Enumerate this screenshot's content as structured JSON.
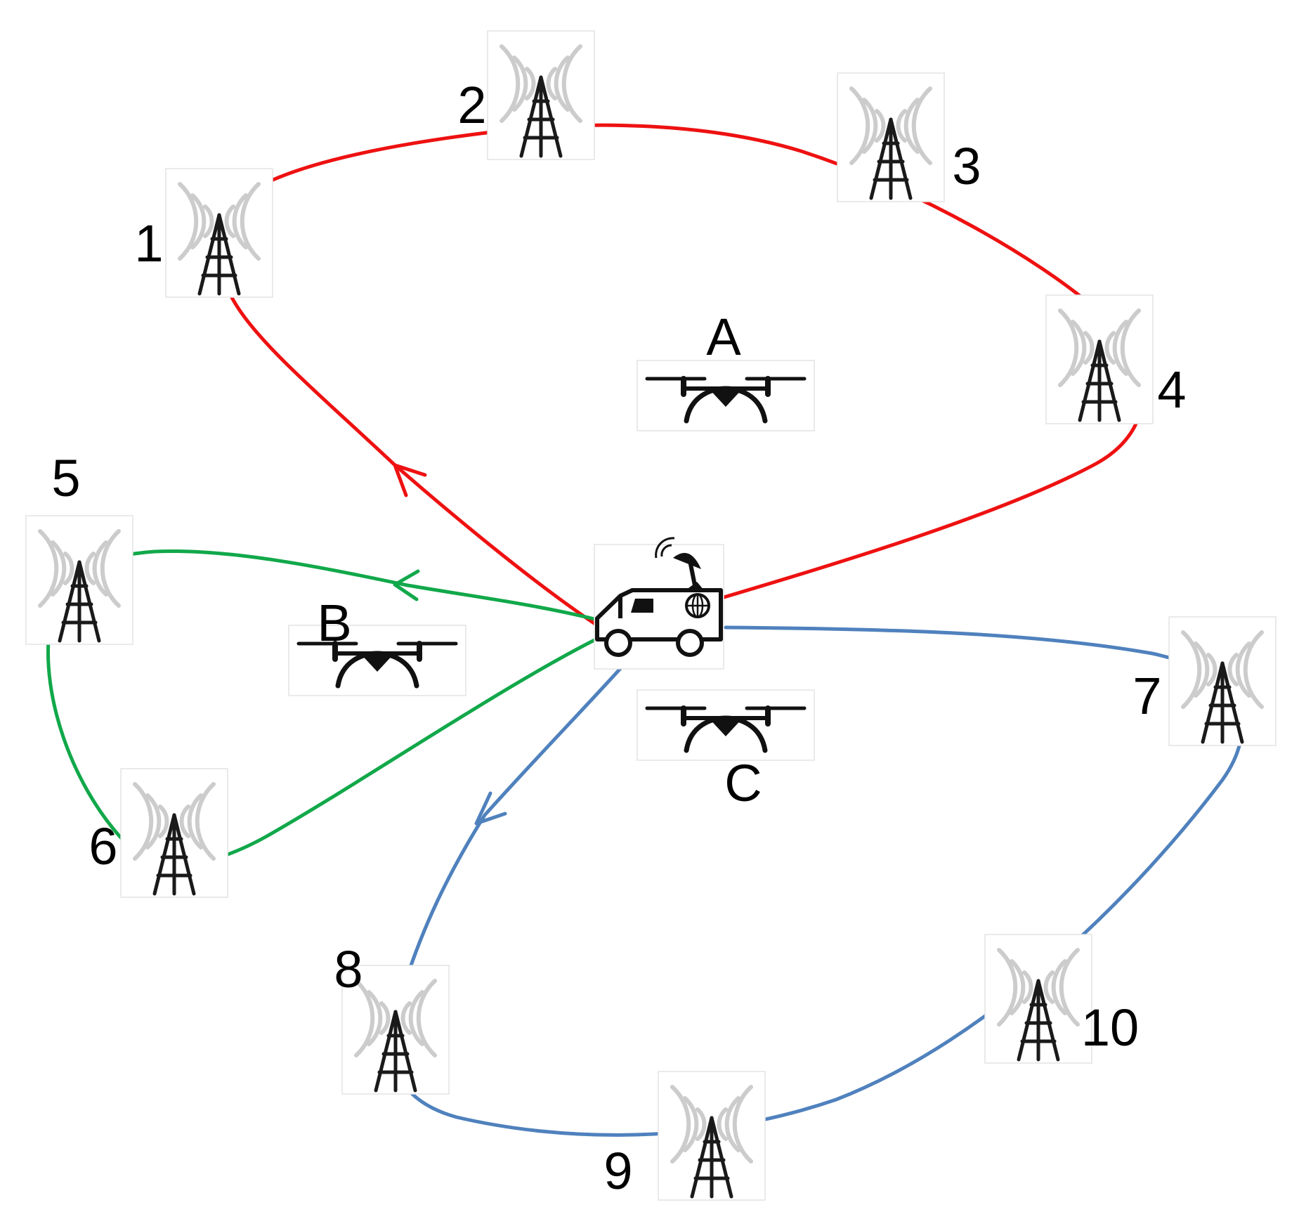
{
  "colors": {
    "route_a": "#ee1111",
    "route_b": "#11a84a",
    "route_c": "#4f81bd",
    "tower": "#1a1a1a",
    "signal": "#cccccc"
  },
  "icons": {
    "tower": "radio-tower-icon",
    "drone": "quadcopter-drone-icon",
    "vehicle": "satellite-van-icon"
  },
  "drones": [
    {
      "id": "A",
      "label": "A"
    },
    {
      "id": "B",
      "label": "B"
    },
    {
      "id": "C",
      "label": "C"
    }
  ],
  "towers": [
    {
      "id": "1",
      "label": "1"
    },
    {
      "id": "2",
      "label": "2"
    },
    {
      "id": "3",
      "label": "3"
    },
    {
      "id": "4",
      "label": "4"
    },
    {
      "id": "5",
      "label": "5"
    },
    {
      "id": "6",
      "label": "6"
    },
    {
      "id": "7",
      "label": "7"
    },
    {
      "id": "8",
      "label": "8"
    },
    {
      "id": "9",
      "label": "9"
    },
    {
      "id": "10",
      "label": "10"
    }
  ],
  "routes": [
    {
      "id": "A",
      "color_key": "route_a",
      "towers": [
        "1",
        "2",
        "3",
        "4"
      ]
    },
    {
      "id": "B",
      "color_key": "route_b",
      "towers": [
        "5",
        "6"
      ]
    },
    {
      "id": "C",
      "color_key": "route_c",
      "towers": [
        "7",
        "10",
        "9",
        "8"
      ]
    }
  ]
}
